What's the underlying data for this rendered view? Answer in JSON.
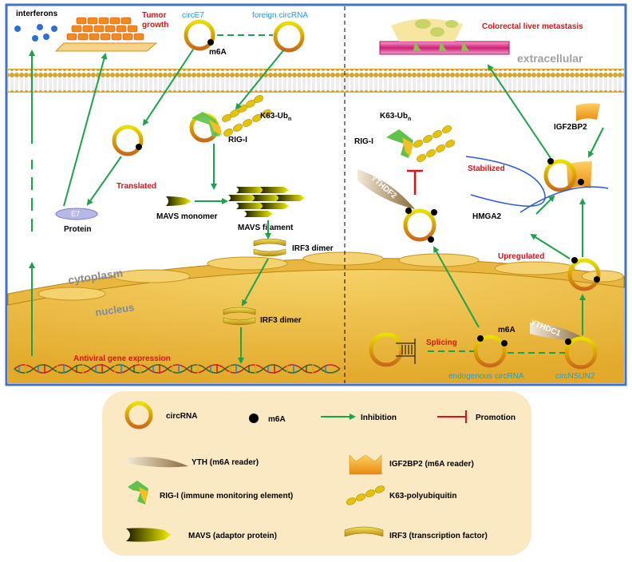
{
  "labels": {
    "interferons": "interferons",
    "tumor_growth": "Tumor\ngrowth",
    "circE7": "circE7",
    "foreign_circRNA": "foreign circRNA",
    "m6A_left": "m6A",
    "k63_left": "K63-Ub",
    "k63_sub": "n",
    "rigi_left": "RIG-I",
    "translated": "Translated",
    "e7": "E7",
    "protein": "Protein",
    "mavs_monomer": "MAVS monomer",
    "mavs_filament": "MAVS filament",
    "irf3_dimer_1": "IRF3 dimer",
    "irf3_dimer_2": "IRF3 dimer",
    "cytoplasm": "cytoplasm",
    "nucleus": "nucleus",
    "antiviral": "Antiviral gene expression",
    "colorectal": "Colorectal liver metastasis",
    "extracellular": "extracellular",
    "k63_right": "K63-Ub",
    "rigi_right": "RIG-I",
    "igf2bp2": "IGF2BP2",
    "ythdf2": "YTHDF2",
    "stabilized": "Stabilized",
    "hmga2": "HMGA2",
    "upregulated": "Upregulated",
    "splicing": "Splicing",
    "m6A_right": "m6A",
    "ythdc1": "YTHDC1",
    "endogenous": "endogenous circRNA",
    "circNSUN2": "circNSUN2"
  },
  "legend": {
    "circrna": "circRNA",
    "m6a": "m6A",
    "inhibition": "Inhibition",
    "promotion": "Promotion",
    "yth": "YTH (m6A reader)",
    "igf2bp2": "IGF2BP2 (m6A reader)",
    "rigi": "RIG-I (immune monitoring element)",
    "k63": "K63-polyubiquitin",
    "mavs": "MAVS (adaptor protein)",
    "irf3": "IRF3 (transcription factor)"
  },
  "colors": {
    "frame": "#4472c4",
    "arrow": "#1aa34a",
    "red_text": "#e0101a",
    "blue_text": "#1e9fdb",
    "membrane": "#d4a017",
    "legend_bg": "#fbe9c4",
    "nucleus": "#f1c653"
  }
}
